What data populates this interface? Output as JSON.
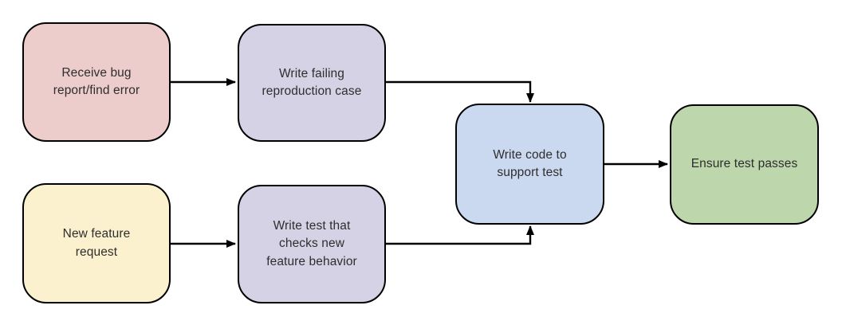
{
  "diagram": {
    "background": "#ffffff",
    "stroke_color": "#000000",
    "text_color": "#2e2e2e",
    "nodes": [
      {
        "id": "receive-bug-report",
        "text": "Receive bug\nreport/find error",
        "fill": "#edcccc"
      },
      {
        "id": "write-failing-reproduction",
        "text": "Write failing\nreproduction case",
        "fill": "#d5d2e5"
      },
      {
        "id": "new-feature-request",
        "text": "New feature\nrequest",
        "fill": "#fbf1ce"
      },
      {
        "id": "write-test-checks-feature",
        "text": "Write test that\nchecks new\nfeature behavior",
        "fill": "#d5d2e5"
      },
      {
        "id": "write-code-support-test",
        "text": "Write code to\nsupport test",
        "fill": "#cbd9f0"
      },
      {
        "id": "ensure-test-passes",
        "text": "Ensure test passes",
        "fill": "#bdd6ac"
      }
    ],
    "edges": [
      {
        "from": "receive-bug-report",
        "to": "write-failing-reproduction"
      },
      {
        "from": "new-feature-request",
        "to": "write-test-checks-feature"
      },
      {
        "from": "write-failing-reproduction",
        "to": "write-code-support-test"
      },
      {
        "from": "write-test-checks-feature",
        "to": "write-code-support-test"
      },
      {
        "from": "write-code-support-test",
        "to": "ensure-test-passes"
      }
    ]
  }
}
